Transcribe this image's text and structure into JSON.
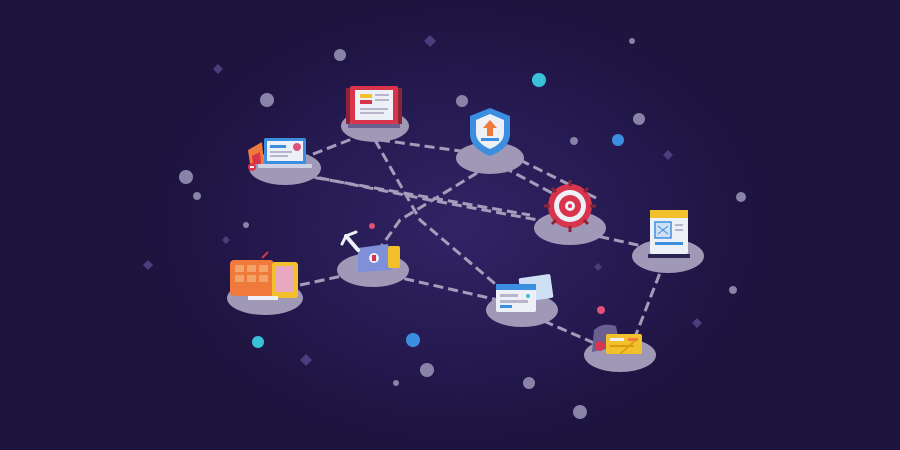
{
  "scene": {
    "background": "#1e1440",
    "glow_color": "#2c1f5f",
    "platform_color": "#9f98b6",
    "connector_color": "#b9b4cc",
    "accent_colors": {
      "orange": "#f07a3b",
      "yellow": "#f2c02a",
      "red": "#d8354d",
      "blue": "#3c8fe0",
      "cyan": "#39c2d7",
      "pink": "#e0527a",
      "light": "#eef0f8"
    },
    "nodes": [
      {
        "name": "laptop-node",
        "icon": "laptop-icon"
      },
      {
        "name": "document-frame-node",
        "icon": "document-icon"
      },
      {
        "name": "shield-upload-node",
        "icon": "shield-upload-icon"
      },
      {
        "name": "target-node",
        "icon": "target-icon"
      },
      {
        "name": "server-cabinet-node",
        "icon": "server-icon"
      },
      {
        "name": "tablet-node",
        "icon": "tablet-icon"
      },
      {
        "name": "robot-arm-node",
        "icon": "robot-icon"
      },
      {
        "name": "browser-card-node",
        "icon": "browser-icon"
      },
      {
        "name": "wallet-node",
        "icon": "wallet-icon"
      }
    ]
  }
}
